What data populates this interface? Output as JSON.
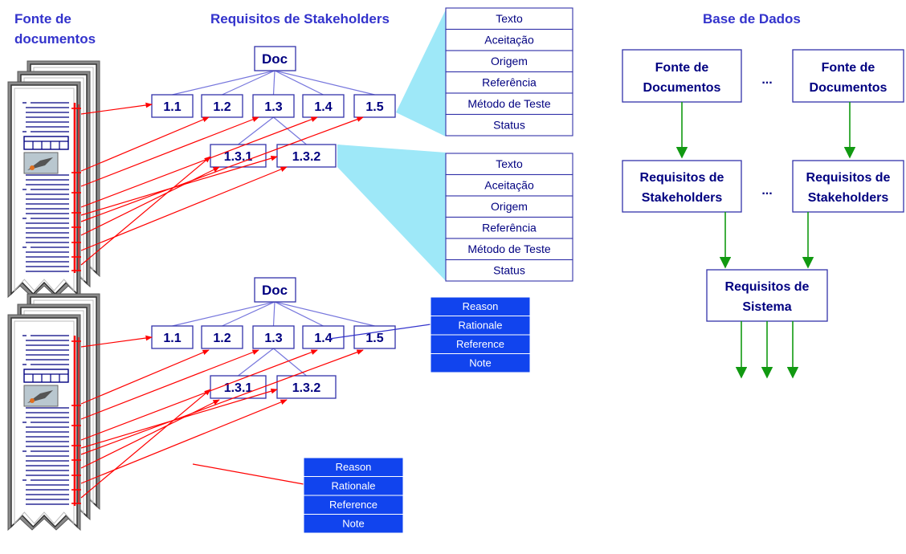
{
  "headings": {
    "doc_source": [
      "Fonte de",
      "documentos"
    ],
    "stakeholder_reqs": "Requisitos de Stakeholders",
    "database": "Base de Dados"
  },
  "tree": {
    "root": "Doc",
    "level1": [
      "1.1",
      "1.2",
      "1.3",
      "1.4",
      "1.5"
    ],
    "level2": [
      "1.3.1",
      "1.3.2"
    ]
  },
  "attribute_table": [
    "Texto",
    "Aceitação",
    "Origem",
    "Referência",
    "Método de Teste",
    "Status"
  ],
  "annotation_list": [
    "Reason",
    "Rationale",
    "Reference",
    "Note"
  ],
  "database_flow": {
    "ellipsis": "...",
    "source_box": [
      "Fonte de",
      "Documentos"
    ],
    "stakeholder_box": [
      "Requisitos de",
      "Stakeholders"
    ],
    "system_box": [
      "Requisitos de",
      "Sistema"
    ]
  },
  "colors": {
    "heading": "#3333cc",
    "box_text": "#000080",
    "box_border": "#3333aa",
    "trace_line": "#ff0000",
    "tree_line": "#7777dd",
    "callout_fill": "#9ee8f8",
    "annotation_fill": "#1144ee",
    "flow_arrow": "#119911"
  },
  "icons": [
    "document-stack-icon",
    "document-table-icon",
    "document-photo-icon"
  ]
}
